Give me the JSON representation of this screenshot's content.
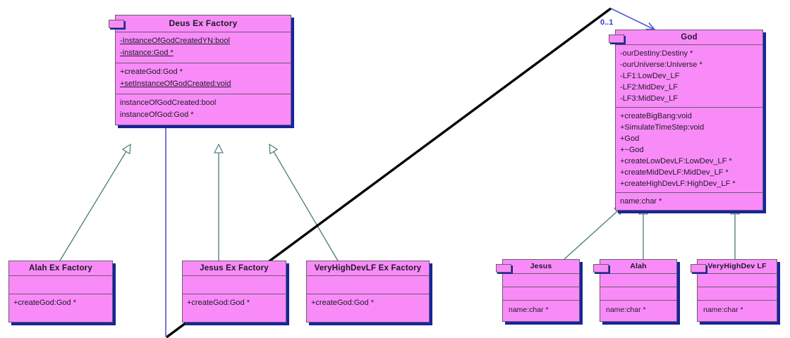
{
  "diagram": {
    "kind": "uml-class-diagram",
    "background": "#ffffff",
    "class_fill": "#f98bf9",
    "class_border": "#6b5a6b",
    "class_shadow": "#17259c",
    "inheritance_color": "#4a7a7a",
    "association_color": "#4a56d6",
    "overlay_line_color": "#000000"
  },
  "classes": {
    "deus_ex_factory": {
      "name": "Deus Ex Factory",
      "attributes": [
        {
          "text": "-InstanceOfGodCreatedYN:bool",
          "static": true
        },
        {
          "text": "-instance:God *",
          "static": true
        }
      ],
      "operations": [
        {
          "text": "+createGod:God *",
          "static": false
        },
        {
          "text": "+setInstanceOfGodCreated:void",
          "static": true
        }
      ],
      "extra": [
        {
          "text": "instanceOfGodCreated:bool",
          "static": false
        },
        {
          "text": "instanceOfGod:God *",
          "static": false
        }
      ]
    },
    "god": {
      "name": "God",
      "attributes": [
        {
          "text": "-ourDestiny:Destiny *",
          "static": false
        },
        {
          "text": "-ourUniverse:Universe *",
          "static": false
        },
        {
          "text": "-LF1:LowDev_LF",
          "static": false
        },
        {
          "text": "-LF2:MidDev_LF",
          "static": false
        },
        {
          "text": "-LF3:MidDev_LF",
          "static": false
        }
      ],
      "operations": [
        {
          "text": "+createBigBang:void",
          "static": false
        },
        {
          "text": "+SimulateTimeStep:void",
          "static": false
        },
        {
          "text": "+God",
          "static": false
        },
        {
          "text": "+~God",
          "static": false
        },
        {
          "text": "+createLowDevLF:LowDev_LF *",
          "static": false
        },
        {
          "text": "+createMidDevLF:MidDev_LF *",
          "static": false
        },
        {
          "text": "+createHighDevLF:HighDev_LF *",
          "static": false
        }
      ],
      "extra": [
        {
          "text": "name:char *",
          "static": false
        }
      ]
    },
    "alah_ex_factory": {
      "name": "Alah Ex Factory",
      "attributes": [],
      "operations": [
        {
          "text": "+createGod:God *",
          "static": false
        }
      ]
    },
    "jesus_ex_factory": {
      "name": "Jesus Ex Factory",
      "attributes": [],
      "operations": [
        {
          "text": "+createGod:God *",
          "static": false
        }
      ]
    },
    "veryhighdevlf_ex_factory": {
      "name": "VeryHighDevLF Ex Factory",
      "attributes": [],
      "operations": [
        {
          "text": "+createGod:God *",
          "static": false
        }
      ]
    },
    "jesus": {
      "name": "Jesus",
      "extra": [
        {
          "text": "name:char *",
          "static": false
        }
      ]
    },
    "alah": {
      "name": "Alah",
      "extra": [
        {
          "text": "name:char *",
          "static": false
        }
      ]
    },
    "veryhighdev_lf": {
      "name": "VeryHighDev LF",
      "extra": [
        {
          "text": "name:char *",
          "static": false
        }
      ]
    }
  },
  "labels": {
    "association_multiplicity": "0..1"
  },
  "relationships": [
    {
      "type": "generalization",
      "from": "alah_ex_factory",
      "to": "deus_ex_factory"
    },
    {
      "type": "generalization",
      "from": "jesus_ex_factory",
      "to": "deus_ex_factory"
    },
    {
      "type": "generalization",
      "from": "veryhighdevlf_ex_factory",
      "to": "deus_ex_factory"
    },
    {
      "type": "generalization",
      "from": "jesus",
      "to": "god"
    },
    {
      "type": "generalization",
      "from": "alah",
      "to": "god"
    },
    {
      "type": "generalization",
      "from": "veryhighdev_lf",
      "to": "god"
    },
    {
      "type": "association",
      "from": "deus_ex_factory",
      "to": "god",
      "multiplicity": "0..1"
    }
  ]
}
